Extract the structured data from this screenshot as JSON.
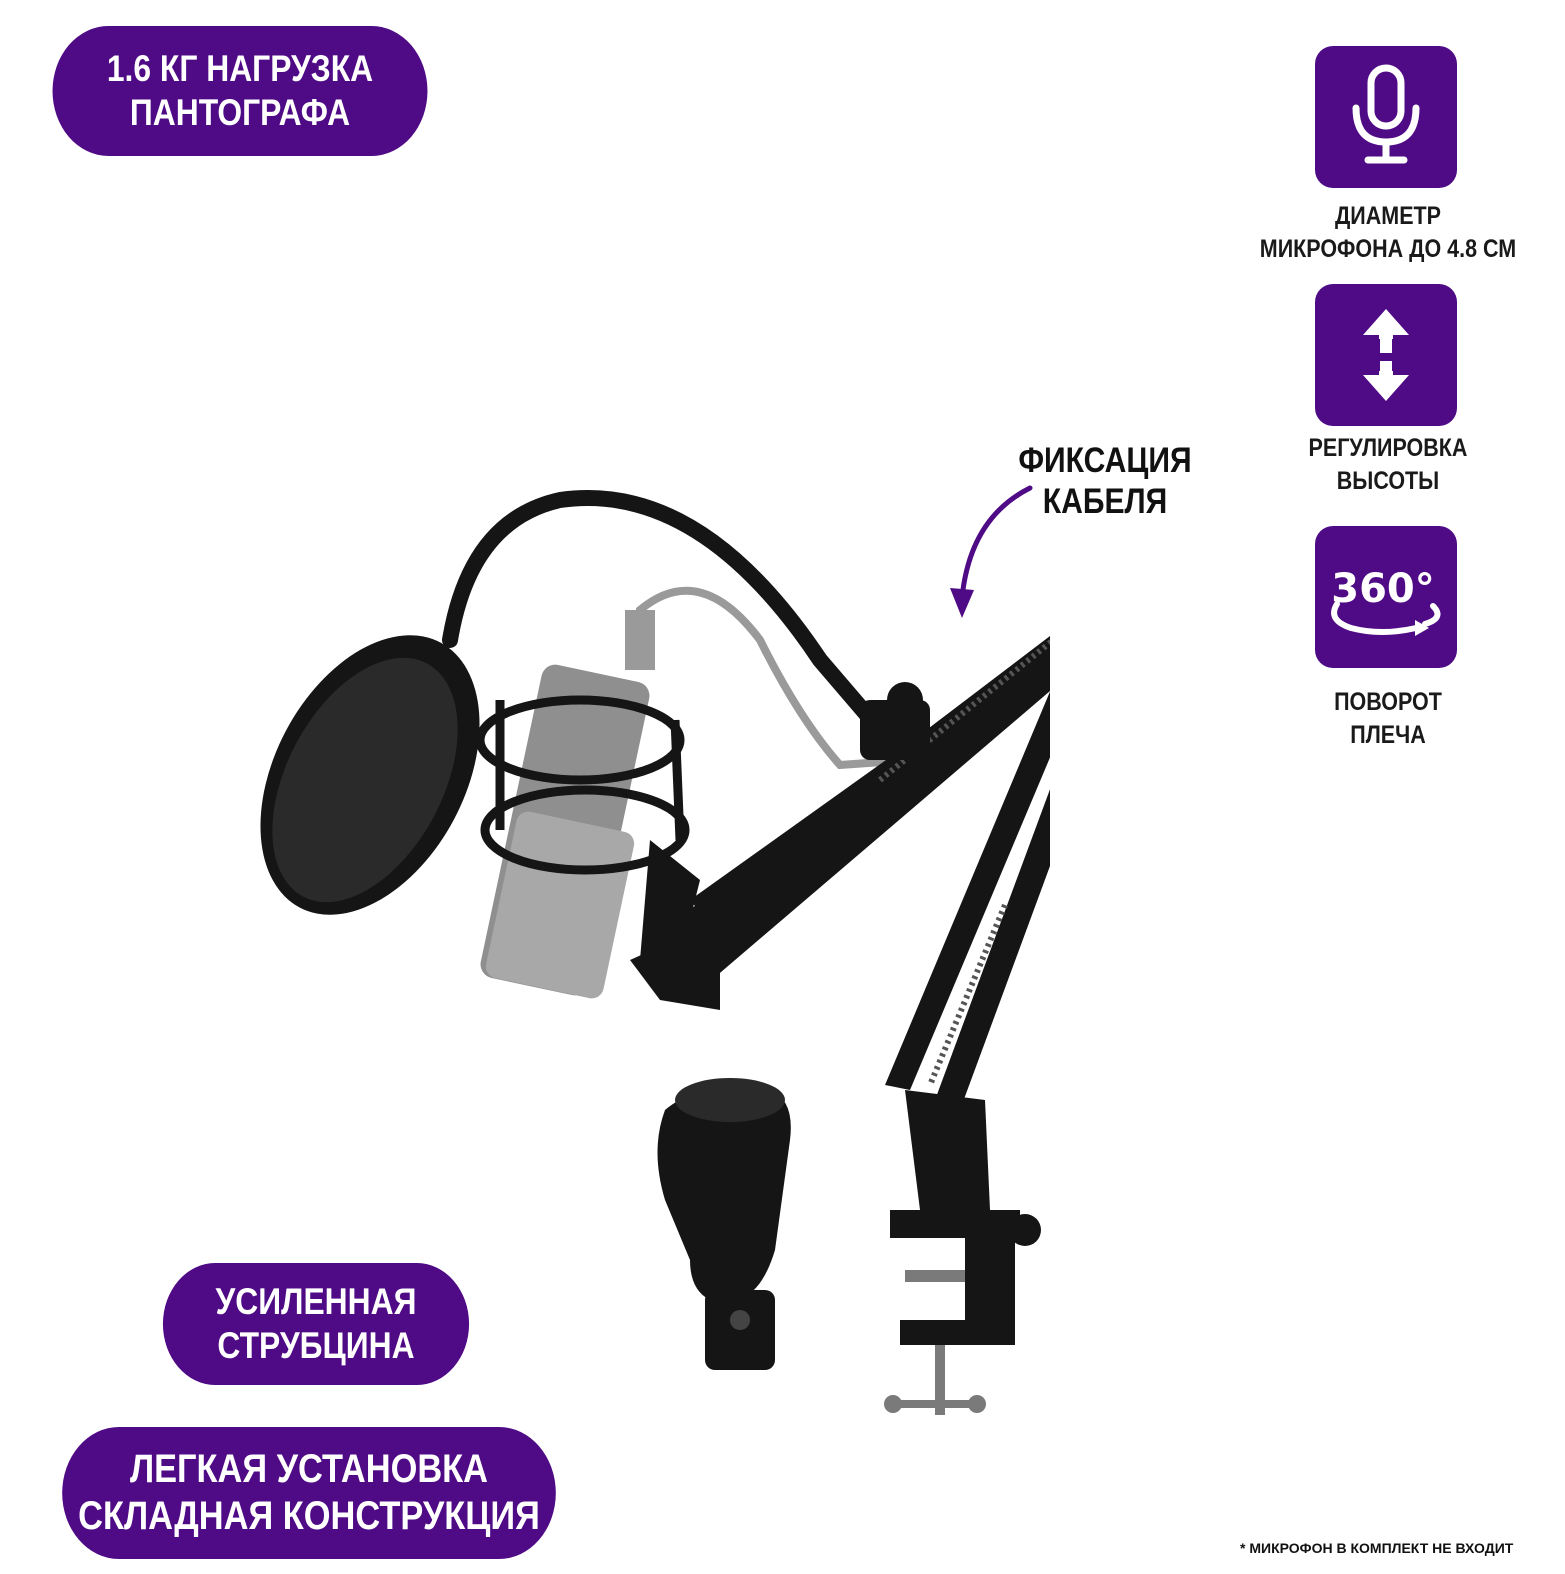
{
  "badges": {
    "top": [
      "1.6 КГ НАГРУЗКА",
      "ПАНТОГРАФА"
    ],
    "clamp": [
      "УСИЛЕННАЯ",
      "СТРУБЦИНА"
    ],
    "install": [
      "ЛЕГКАЯ УСТАНОВКА",
      "СКЛАДНАЯ КОНСТРУКЦИЯ"
    ]
  },
  "features": [
    {
      "icon": "microphone-icon",
      "lines": [
        "ДИАМЕТР",
        "МИКРОФОНА ДО 4.8 СМ"
      ]
    },
    {
      "icon": "vertical-arrows-icon",
      "lines": [
        "РЕГУЛИРОВКА",
        "ВЫСОТЫ"
      ]
    },
    {
      "icon": "rotate-360-icon",
      "text": "360°",
      "lines": [
        "ПОВОРОТ",
        "ПЛЕЧА"
      ]
    }
  ],
  "callout": {
    "lines": [
      "ФИКСАЦИЯ",
      "КАБЕЛЯ"
    ]
  },
  "footnote": "* МИКРОФОН В КОМПЛЕКТ НЕ ВХОДИТ",
  "colors": {
    "accent": "#4f0a86",
    "product": "#151515",
    "microphone": "#8f8f8f"
  }
}
